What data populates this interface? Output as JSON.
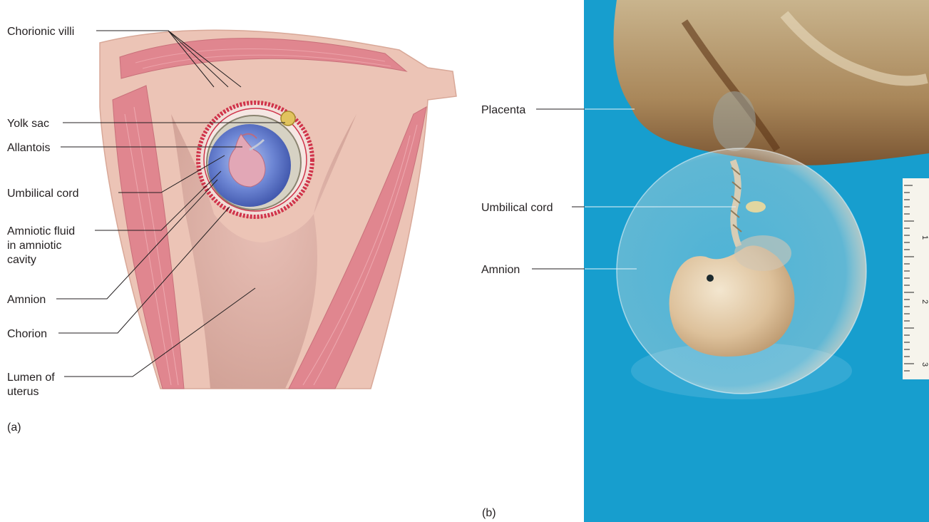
{
  "panel_a": {
    "tag": "(a)",
    "labels": {
      "chorionic_villi": "Chorionic villi",
      "yolk_sac": "Yolk sac",
      "allantois": "Allantois",
      "umbilical_cord": "Umbilical cord",
      "amniotic_fluid": [
        "Amniotic fluid",
        "in amniotic",
        "cavity"
      ],
      "amnion": "Amnion",
      "chorion": "Chorion",
      "lumen": [
        "Lumen of",
        "uterus"
      ]
    }
  },
  "panel_b": {
    "tag": "(b)",
    "labels": {
      "placenta": "Placenta",
      "umbilical_cord": "Umbilical cord",
      "amnion": "Amnion"
    },
    "ruler_numbers": [
      "1",
      "2",
      "3"
    ]
  },
  "colors": {
    "muscle": "#e58b92",
    "uterine_wall": "#e8bcae",
    "amniotic_fluid": "#5a72c6",
    "background_photo": "#1aa7d6",
    "chorion_red": "#d0334a"
  }
}
